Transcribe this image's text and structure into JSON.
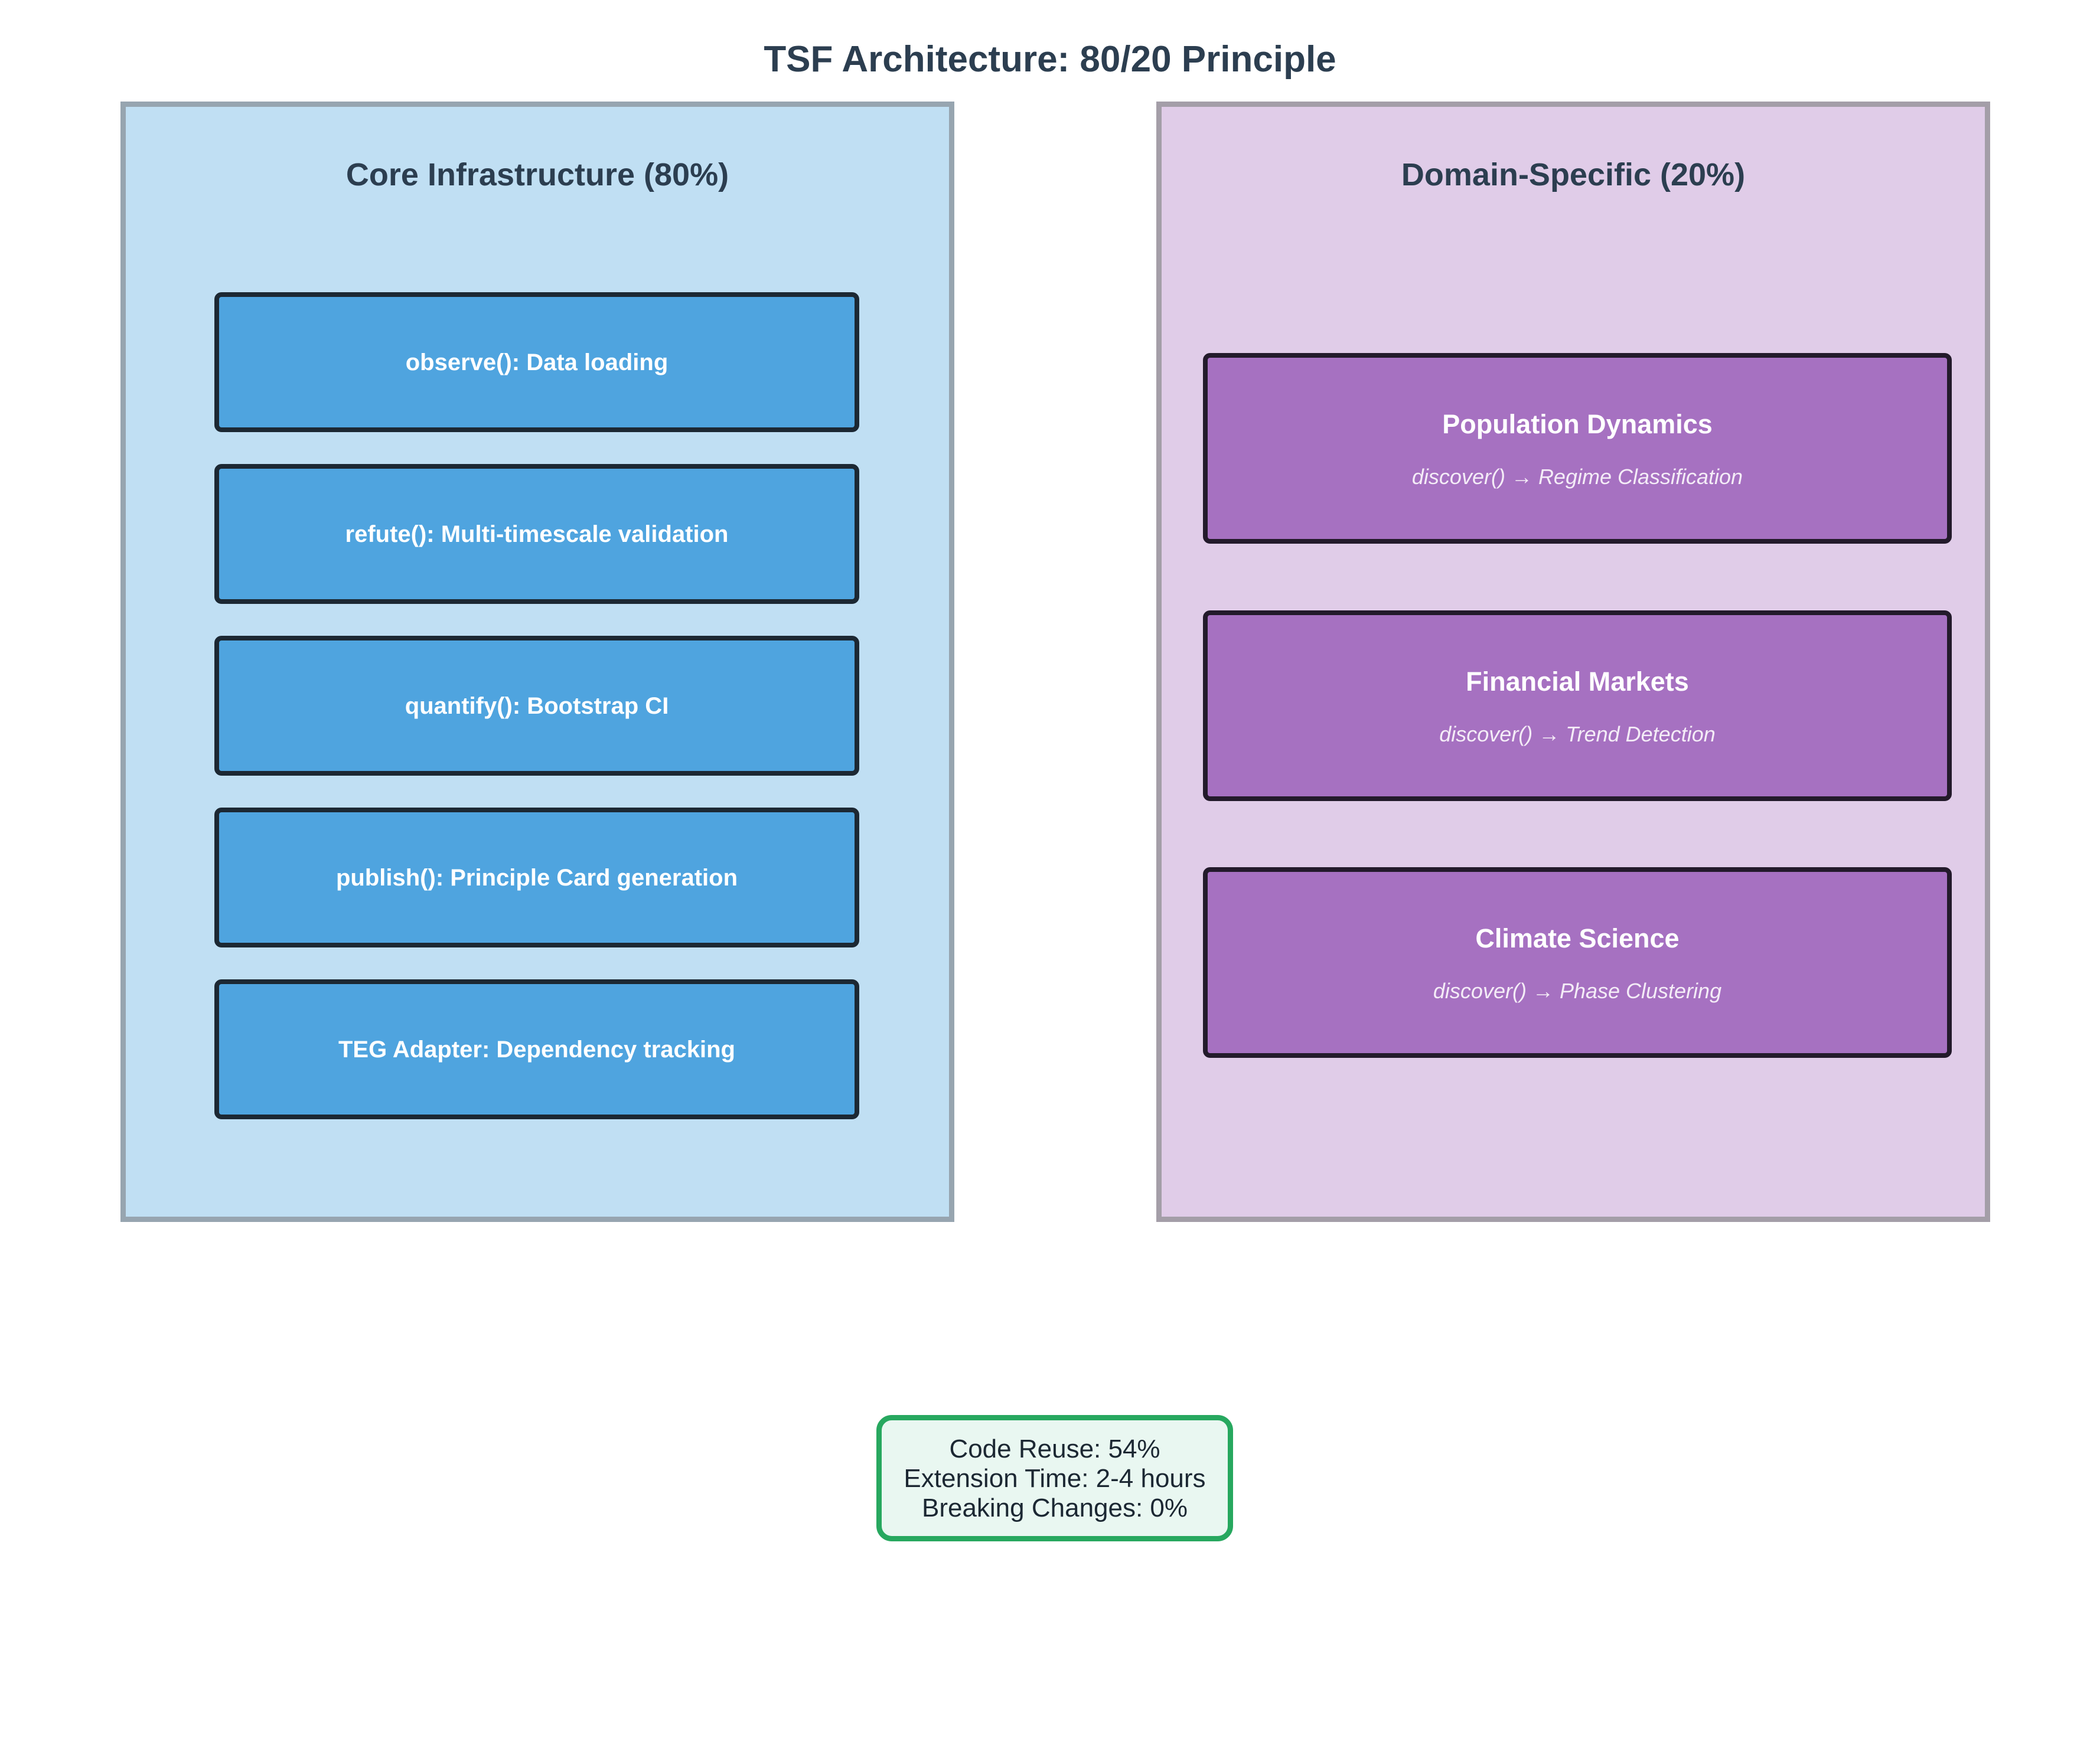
{
  "title": "TSF Architecture: 80/20 Principle",
  "core": {
    "title": "Core Infrastructure (80%)",
    "items": [
      {
        "label": "observe(): Data loading"
      },
      {
        "label": "refute(): Multi-timescale validation"
      },
      {
        "label": "quantify(): Bootstrap CI"
      },
      {
        "label": "publish(): Principle Card generation"
      },
      {
        "label": "TEG Adapter: Dependency tracking"
      }
    ]
  },
  "domain": {
    "title": "Domain-Specific (20%)",
    "items": [
      {
        "name": "Population Dynamics",
        "method": "discover() → Regime Classification"
      },
      {
        "name": "Financial Markets",
        "method": "discover() → Trend Detection"
      },
      {
        "name": "Climate Science",
        "method": "discover() → Phase Clustering"
      }
    ]
  },
  "metrics": {
    "lines": [
      "Code Reuse: 54%",
      "Extension Time: 2-4 hours",
      "Breaking Changes: 0%"
    ]
  },
  "colors": {
    "core_panel": "#c0dff3",
    "core_box": "#4fa4df",
    "domain_panel": "#e0cce8",
    "domain_box": "#a671c1",
    "metrics_border": "#27a85f",
    "metrics_fill": "#e9f7f1"
  }
}
